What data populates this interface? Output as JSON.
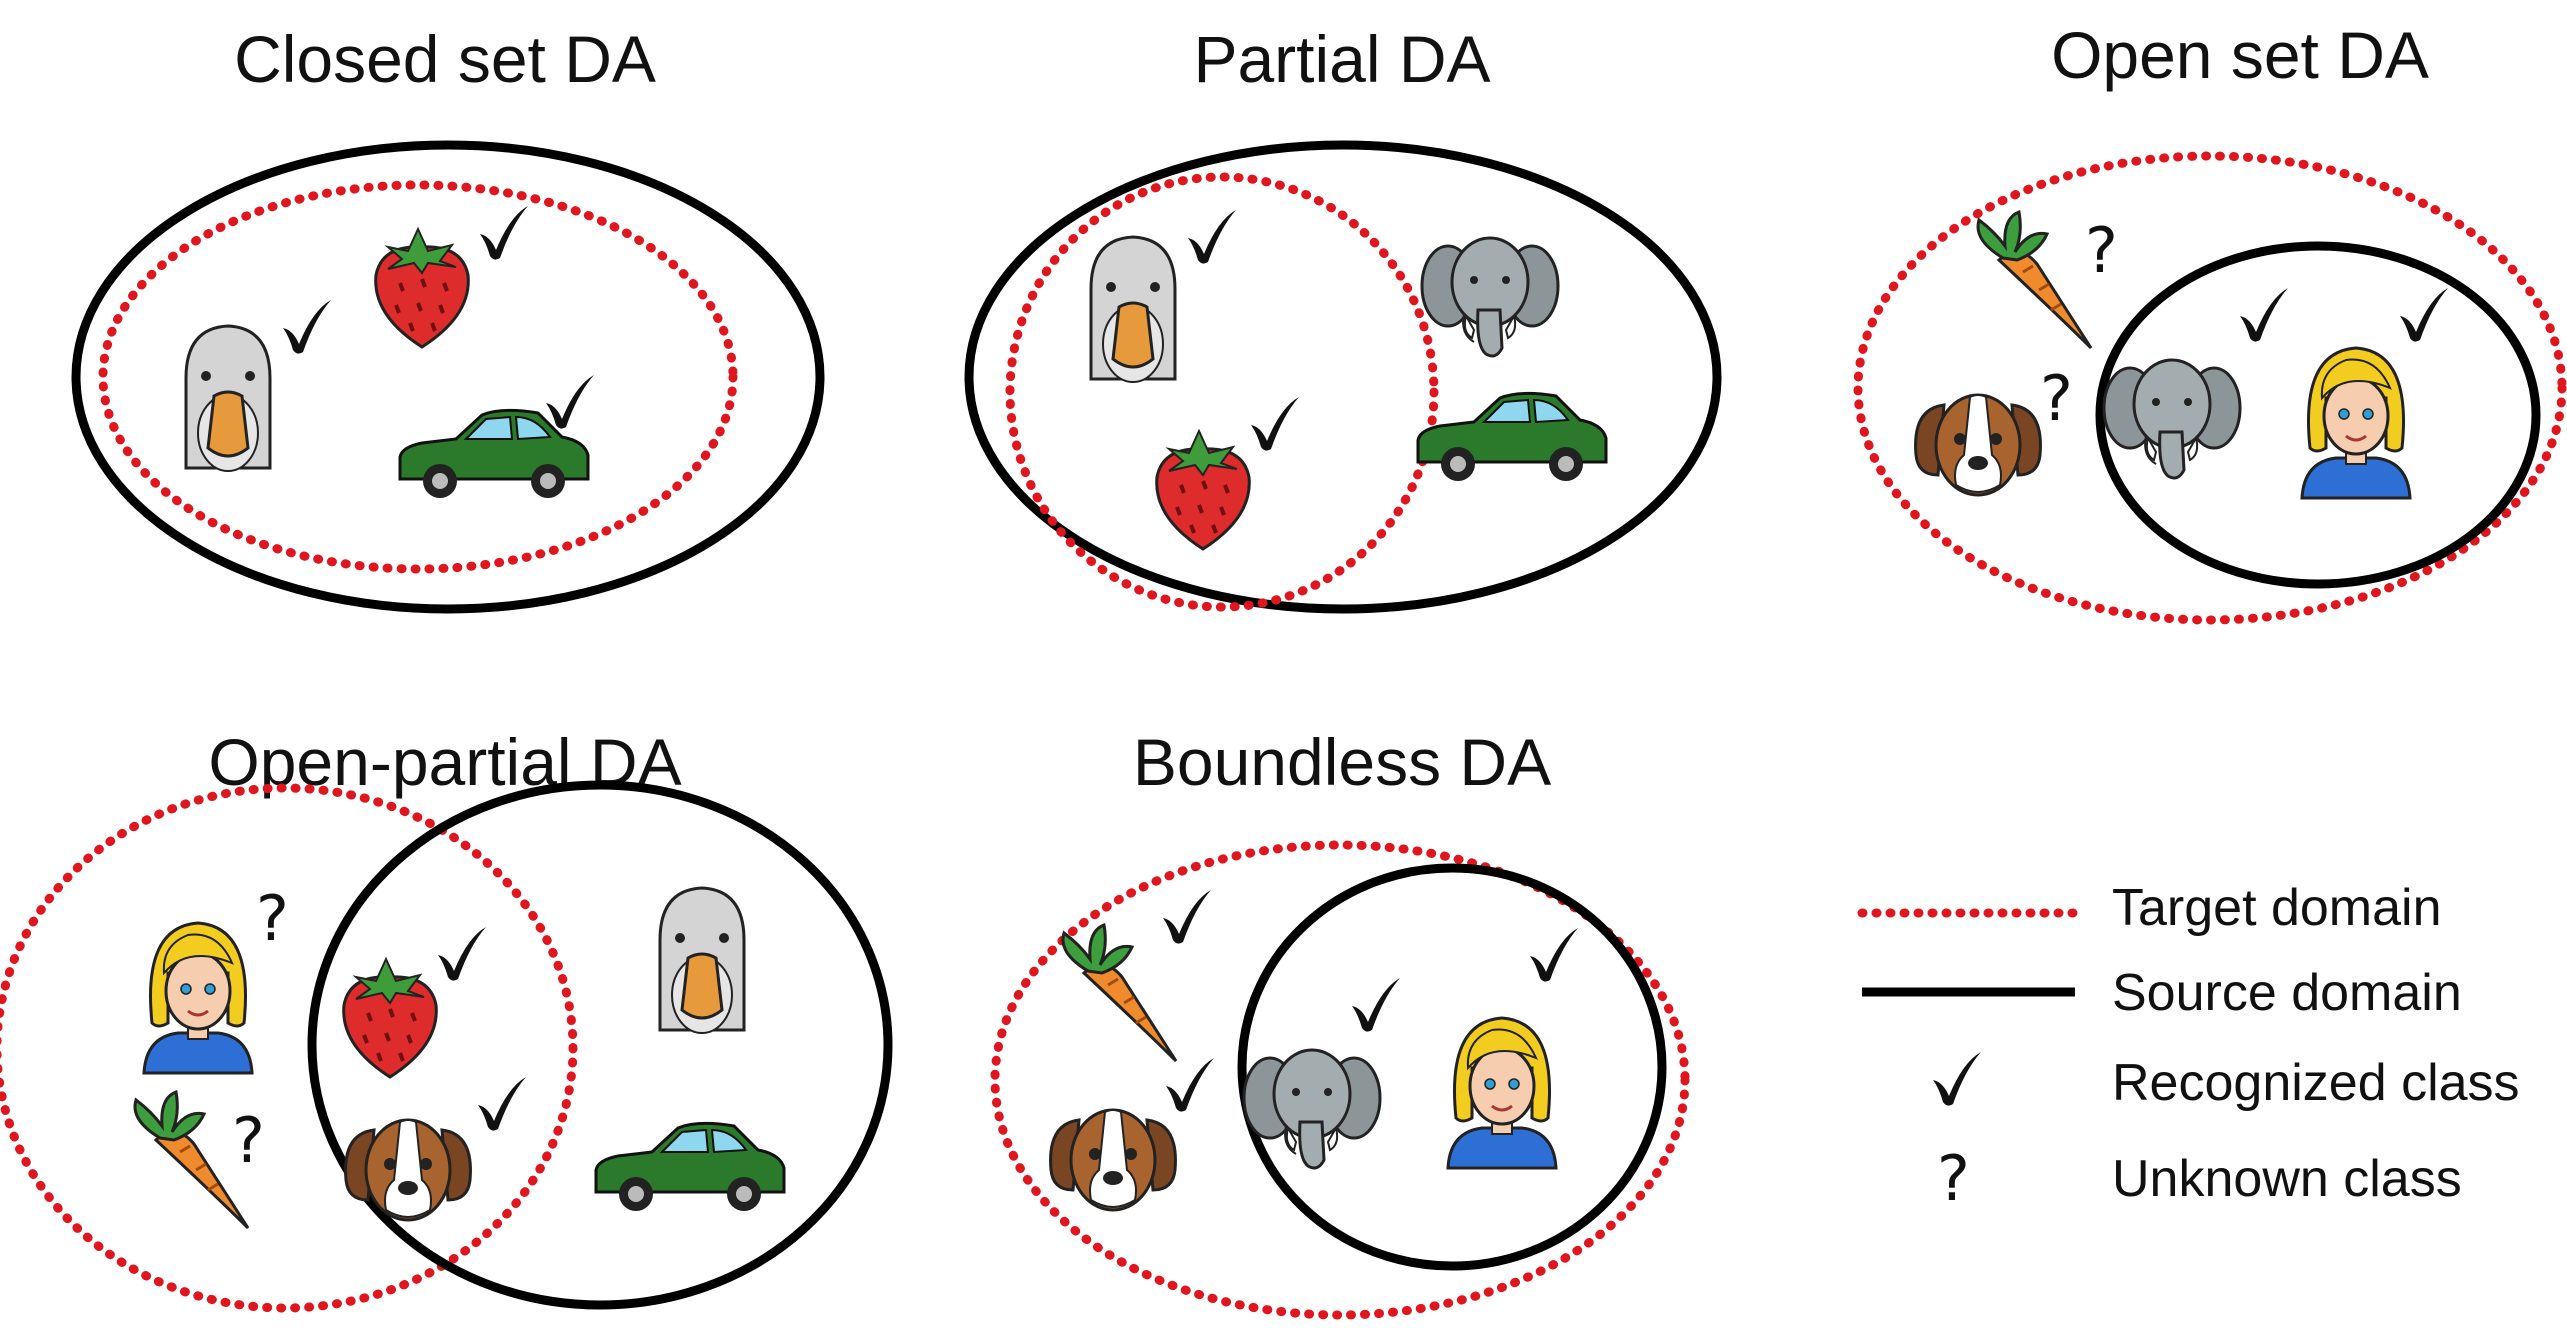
{
  "panels": {
    "closed_set": {
      "title": "Closed set DA"
    },
    "partial": {
      "title": "Partial DA"
    },
    "open_set": {
      "title": "Open set DA"
    },
    "open_partial": {
      "title": "Open-partial DA"
    },
    "boundless": {
      "title": "Boundless DA"
    }
  },
  "legend": {
    "target": {
      "label": "Target domain"
    },
    "source": {
      "label": "Source domain"
    },
    "recognized": {
      "label": "Recognized class",
      "symbol": "✓"
    },
    "unknown": {
      "label": "Unknown class",
      "symbol": "?"
    }
  },
  "colors": {
    "target_domain": "#e0161f",
    "source_domain": "#000000"
  },
  "icons": [
    "goose-icon",
    "strawberry-icon",
    "car-icon",
    "elephant-icon",
    "carrot-icon",
    "dog-icon",
    "woman-icon"
  ]
}
